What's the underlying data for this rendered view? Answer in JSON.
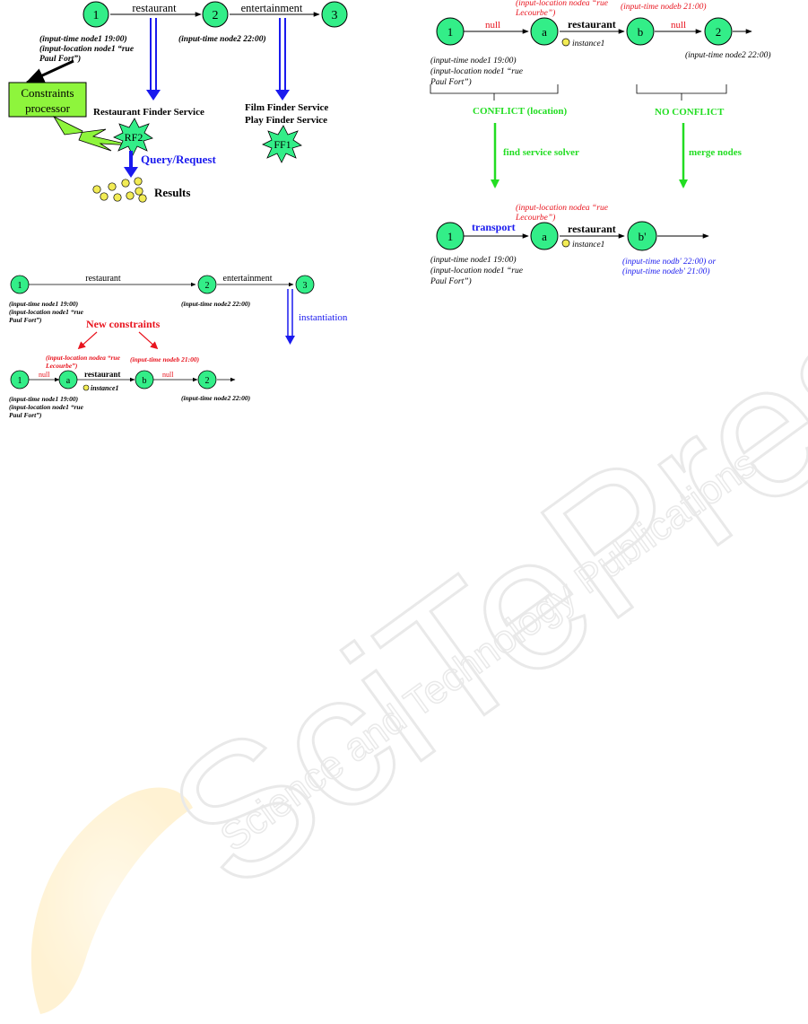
{
  "colors": {
    "node_fill": "#33ee88",
    "accent_blue": "#1a1aee",
    "accent_red": "#e8141e",
    "accent_green": "#22dd22",
    "cp_fill": "#8ef53c",
    "result_fill": "#f2ec55",
    "watermark": "#e8e8e8"
  },
  "d1": {
    "nodes": [
      "1",
      "2",
      "3"
    ],
    "edge_12": "restaurant",
    "edge_23": "entertainment",
    "note_left_1": "(input-time node1 19:00)",
    "note_left_2": "(input-location node1 “rue",
    "note_left_3": "Paul Fort”)",
    "note_mid": "(input-time node2 22:00)",
    "cp_line1": "Constraints",
    "cp_line2": "processor",
    "rfs_label": "Restaurant Finder Service",
    "rf_star": "RF2",
    "ff_line1": "Film Finder Service",
    "ff_line2": "Play Finder Service",
    "ff_star": "FF1",
    "query": "Query/Request",
    "results": "Results"
  },
  "d2": {
    "nodes_top": [
      "1",
      "2",
      "3"
    ],
    "edge_top_12": "restaurant",
    "edge_top_23": "entertainment",
    "note_t1": "(input-time node1 19:00)",
    "note_t2": "(input-location node1 “rue",
    "note_t3": "Paul Fort”)",
    "note_t_mid": "(input-time node2 22:00)",
    "instantiation": "instantiation",
    "new_constraints": "New constraints",
    "nc_left_1": "(input-location nodea “rue",
    "nc_left_2": "Lecourbe”)",
    "nc_right": "(input-time nodeb 21:00)",
    "nodes_bottom": [
      "1",
      "a",
      "b",
      "2"
    ],
    "null": "null",
    "restaurant": "restaurant",
    "instance": "instance1",
    "note_b1": "(input-time node1 19:00)",
    "note_b2": "(input-location node1 “rue",
    "note_b3": "Paul Fort”)",
    "note_b_mid": "(input-time node2 22:00)"
  },
  "d3": {
    "nodes_top": [
      "1",
      "a",
      "b",
      "2"
    ],
    "null": "null",
    "restaurant": "restaurant",
    "instance": "instance1",
    "red_left_1": "(input-location nodea “rue",
    "red_left_2": "Lecourbe”)",
    "red_right": "(input-time nodeb 21:00)",
    "note_l1": "(input-time node1 19:00)",
    "note_l2": "(input-location node1 “rue",
    "note_l3": "Paul Fort”)",
    "note_r": "(input-time node2 22:00)",
    "conflict": "CONFLICT (location)",
    "no_conflict": "NO CONFLICT",
    "find_solver": "find service solver",
    "merge": "merge nodes",
    "nodes_bottom": [
      "1",
      "a",
      "b'"
    ],
    "transport": "transport",
    "restaurant2": "restaurant",
    "instance2": "instance1",
    "red_bottom_1": "(input-location nodea “rue",
    "red_bottom_2": "Lecourbe”)",
    "note_bl1": "(input-time node1 19:00)",
    "note_bl2": "(input-location node1 “rue",
    "note_bl3": "Paul Fort”)",
    "blue_1": "(input-time nodb' 22:00) or",
    "blue_2": "(input-time nodeb' 21:00)"
  },
  "watermark": {
    "line1": "SciTePress",
    "line2": "Science and Technology Publications"
  }
}
